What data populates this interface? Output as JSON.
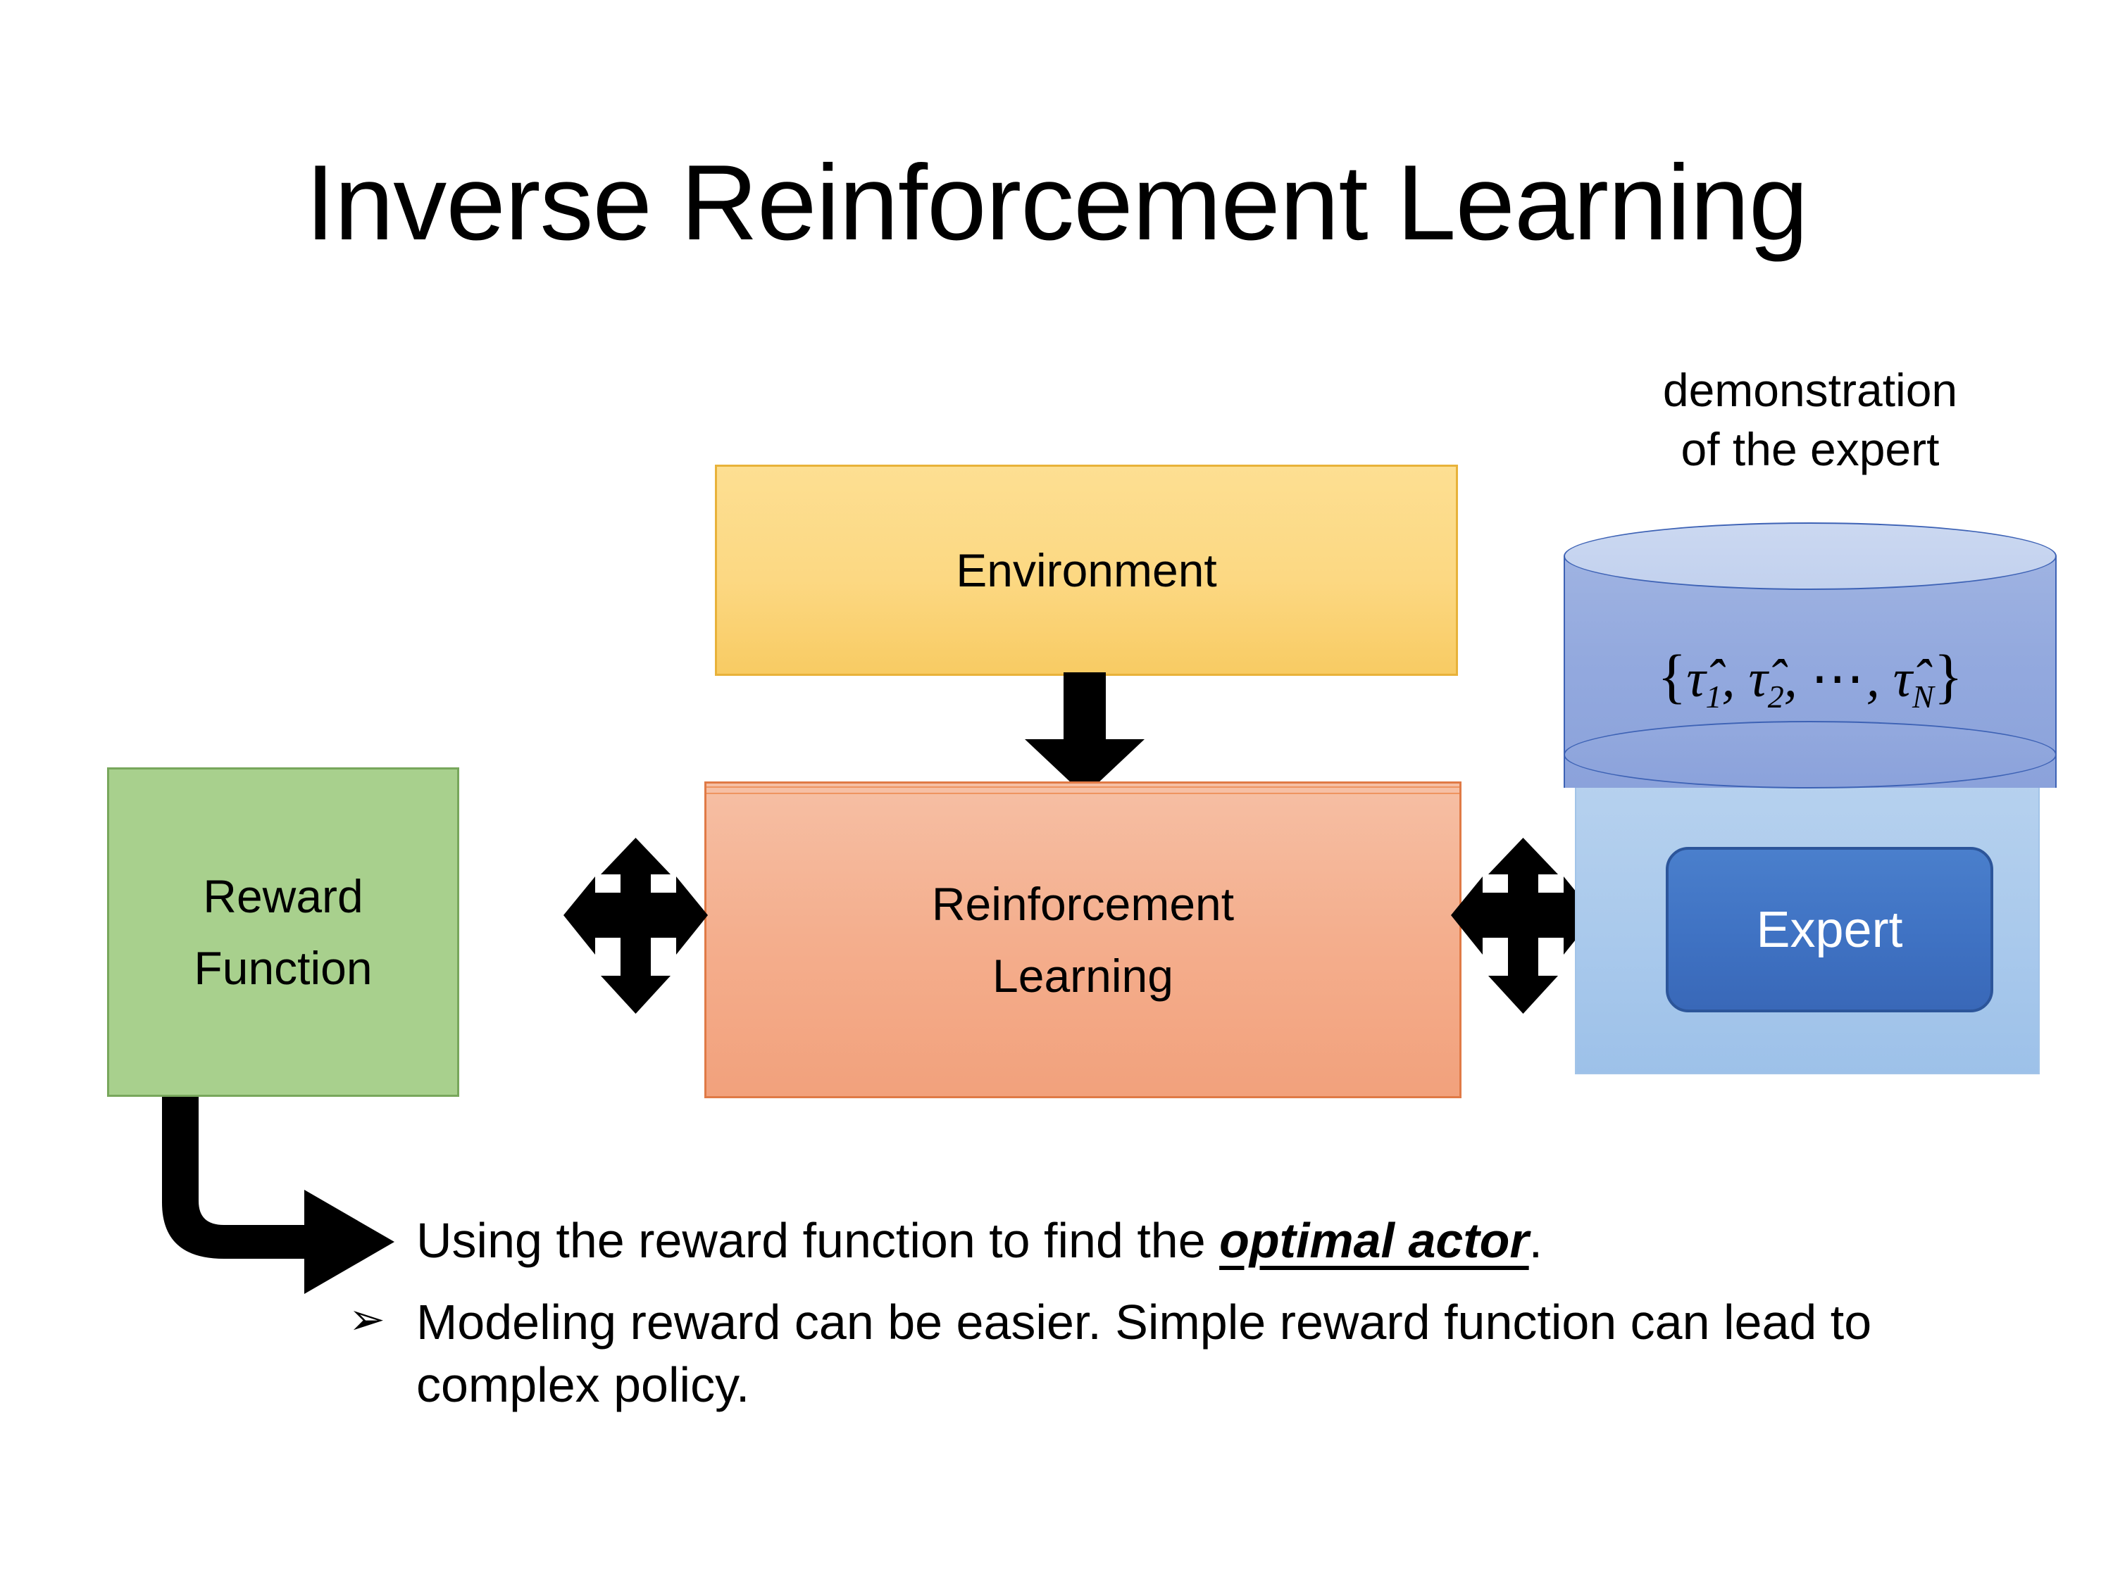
{
  "slide": {
    "title": "Inverse Reinforcement Learning",
    "background_color": "#FFFFFF"
  },
  "diagram": {
    "environment": {
      "label": "Environment",
      "fill_color": "#FCD882",
      "border_color": "#E8B23A"
    },
    "reinforcement_learning": {
      "label_line1": "Reinforcement",
      "label_line2": "Learning",
      "fill_color": "#F4AE8D",
      "border_color": "#E07A46"
    },
    "reward_function": {
      "label_line1": "Reward",
      "label_line2": "Function",
      "fill_color": "#A8D08D",
      "border_color": "#78A75C"
    },
    "demonstration": {
      "caption_line1": "demonstration",
      "caption_line2": "of the expert",
      "set_open_brace": "{",
      "set_close_brace": "}",
      "tau1": "τ̂",
      "tau1_sub": "1",
      "comma1": ", ",
      "tau2": "τ̂",
      "tau2_sub": "2",
      "comma2": ", ",
      "ellipsis": "⋯",
      "comma3": ", ",
      "tauN": "τ̂",
      "tauN_sub": "N",
      "cylinder_fill_color": "#93A9DE",
      "cylinder_top_color": "#C6D4F0",
      "cylinder_border_color": "#3D62B5"
    },
    "expert": {
      "label": "Expert",
      "chip_fill_color": "#3F72C3",
      "chip_border_color": "#2C559A",
      "panel_fill_color": "#A9C9EC"
    },
    "connectors": {
      "env_to_rl": "down-arrow",
      "reward_to_rl": "quad-arrow",
      "rl_to_expert": "quad-arrow",
      "reward_to_bullets": "bent-arrow-down-right",
      "color": "#000000"
    }
  },
  "bullets": [
    {
      "marker": "➢",
      "text_before": "Using the reward function to find the ",
      "emphasis": "optimal actor",
      "text_after": "."
    },
    {
      "marker": "➢",
      "text_before": "Modeling reward can be easier. Simple reward function can lead to complex policy.",
      "emphasis": "",
      "text_after": ""
    }
  ]
}
